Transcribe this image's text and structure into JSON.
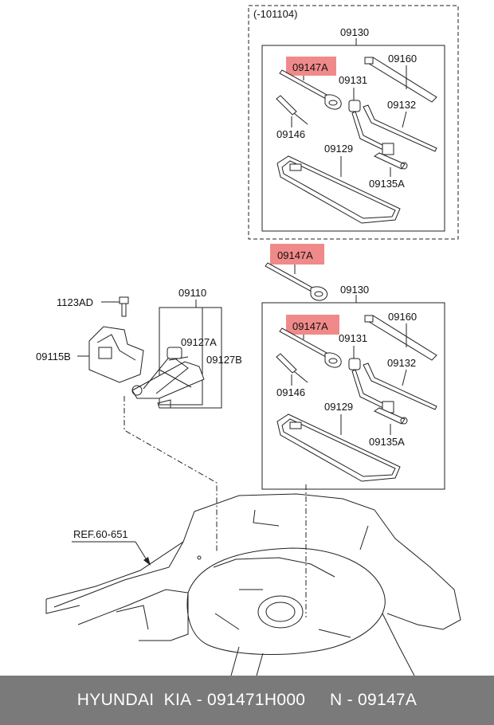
{
  "labels": {
    "variant": "(-101104)",
    "kit_top": "09130",
    "kit_bottom": "09130",
    "handle_top": "09147A",
    "handle_middle": "09147A",
    "handle_bottom": "09147A",
    "wrench_bar_top": "09160",
    "wrench_bar_bottom": "09160",
    "crank_top": "09131",
    "crank_bottom": "09131",
    "crank_rod_top": "09132",
    "crank_rod_bottom": "09132",
    "screwdriver_top": "09146",
    "screwdriver_bottom": "09146",
    "case_top": "09129",
    "case_bottom": "09129",
    "spanner_top": "09135A",
    "spanner_bottom": "09135A",
    "bolt": "1123AD",
    "bracket": "09115B",
    "jack": "09110",
    "jack_part_a": "09127A",
    "jack_part_b": "09127B",
    "ref": "REF.60-651"
  },
  "footer": {
    "brand": "HYUNDAI  KIA",
    "sep1": " - ",
    "part_number": "091471H000",
    "gap": "     ",
    "n_prefix": "N",
    "sep2": " - ",
    "code": "09147A"
  },
  "colors": {
    "highlight": "#f08a8a",
    "footer_bg": "#7a7a7a"
  }
}
